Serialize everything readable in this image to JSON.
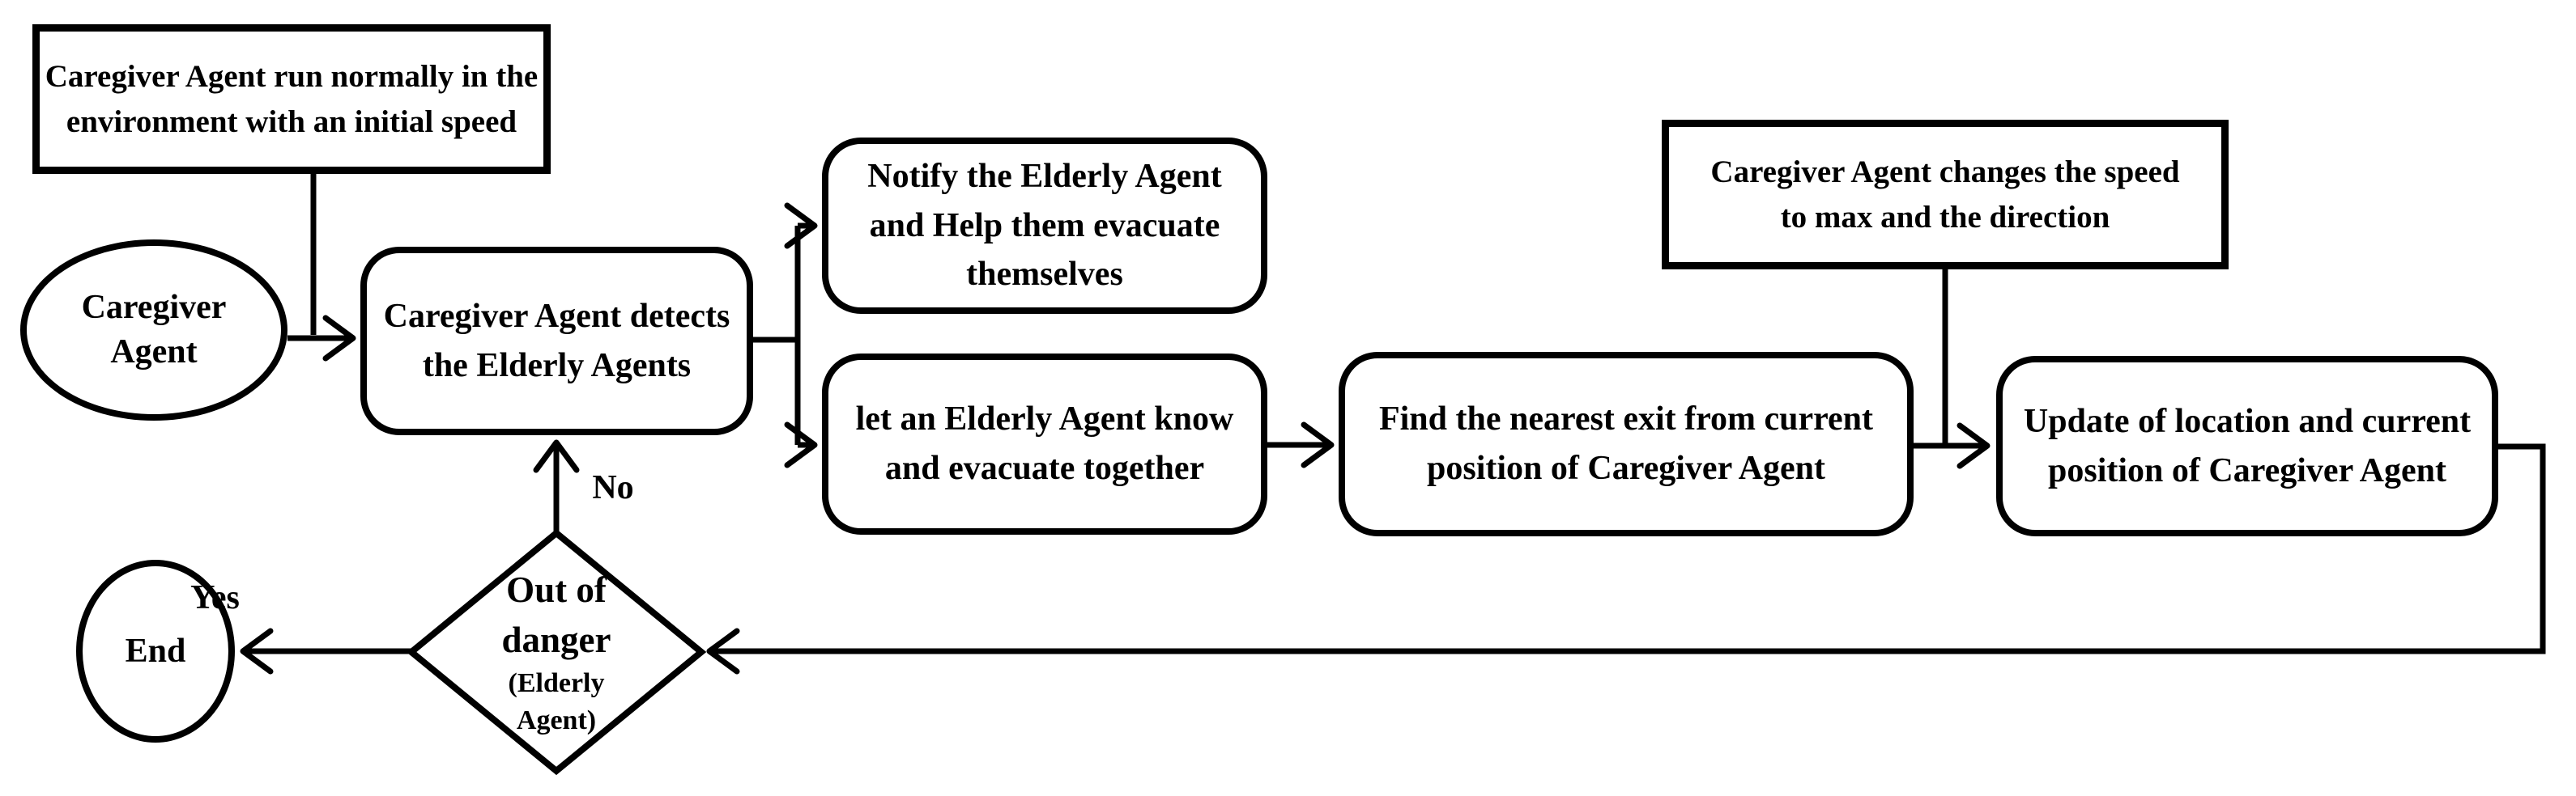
{
  "colors": {
    "ink": "#000000",
    "paper": "#ffffff"
  },
  "flowchart": {
    "nodes": {
      "note_initial": {
        "text": "Caregiver Agent run normally in the\nenvironment with an initial speed"
      },
      "start": {
        "text": "Caregiver\nAgent"
      },
      "detect": {
        "text": "Caregiver Agent detects\nthe Elderly Agents"
      },
      "notify": {
        "text": "Notify the Elderly Agent\nand Help them evacuate\nthemselves"
      },
      "evacuate_together": {
        "text": "let an Elderly Agent know\nand evacuate together"
      },
      "find_exit": {
        "text": "Find the nearest exit from current\nposition of Caregiver Agent"
      },
      "note_speed": {
        "text": "Caregiver Agent changes the speed\nto max and the direction"
      },
      "update_location": {
        "text": "Update of location and current\nposition of Caregiver Agent"
      },
      "decision": {
        "text": "Out of\ndanger",
        "subtext": "(Elderly\nAgent)"
      },
      "end": {
        "text": "End"
      }
    },
    "edge_labels": {
      "no": "No",
      "yes": "Yes"
    }
  }
}
